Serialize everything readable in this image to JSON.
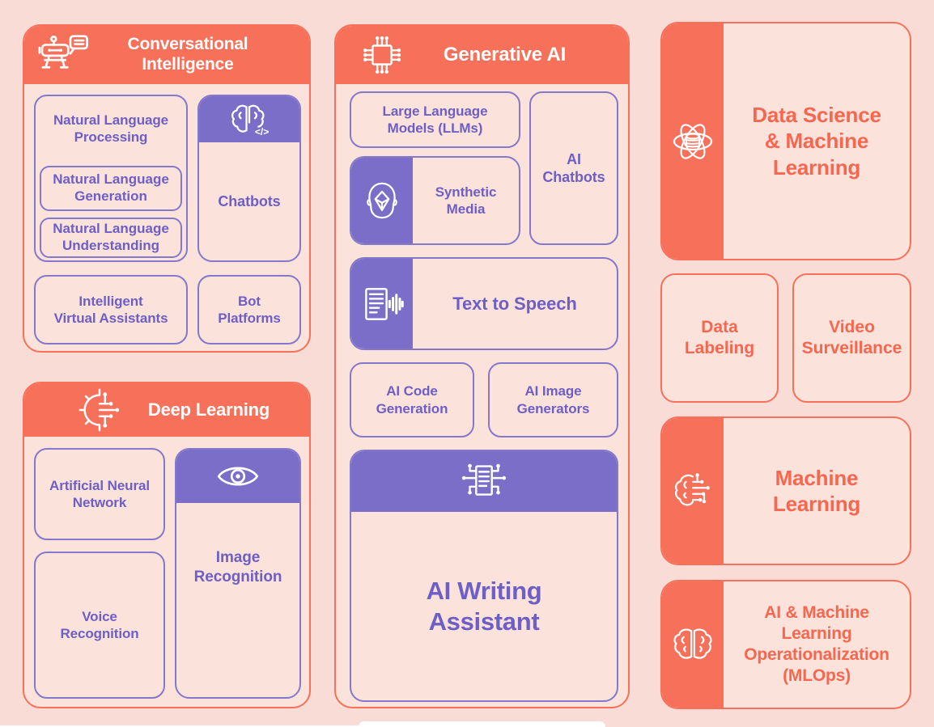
{
  "colors": {
    "background": "#f9dcd5",
    "card_bg": "#fbe2db",
    "coral": "#f7705a",
    "coral_text": "#f7664e",
    "purple": "#7b6ec8",
    "purple_border": "#8478cb",
    "purple_text": "#6d5fc5",
    "white": "#ffffff"
  },
  "icons": [
    "robot-chat-icon",
    "brain-code-icon",
    "sun-circuit-icon",
    "eye-icon",
    "chip-icon",
    "face-mesh-icon",
    "text-to-speech-icon",
    "document-circuit-icon",
    "atom-database-icon",
    "brain-circuit-icon",
    "brain-icon"
  ],
  "cards": {
    "conversational_intelligence": {
      "title": "Conversational\nIntelligence",
      "nlp_label": "Natural Language\nProcessing",
      "nlg_label": "Natural Language\nGeneration",
      "nlu_label": "Natural Language\nUnderstanding",
      "chatbots_label": "Chatbots",
      "iva_label": "Intelligent\nVirtual Assistants",
      "bot_platforms_label": "Bot\nPlatforms"
    },
    "deep_learning": {
      "title": "Deep Learning",
      "ann_label": "Artificial Neural\nNetwork",
      "voice_label": "Voice\nRecognition",
      "image_label": "Image\nRecognition"
    },
    "generative_ai": {
      "title": "Generative AI",
      "llm_label": "Large Language\nModels (LLMs)",
      "ai_chatbots_label": "AI\nChatbots",
      "synthetic_label": "Synthetic\nMedia",
      "tts_label": "Text to Speech",
      "code_label": "AI Code\nGeneration",
      "image_gen_label": "AI Image\nGenerators",
      "writing_label": "AI Writing\nAssistant"
    },
    "data_science_ml": {
      "title": "Data Science\n& Machine\nLearning"
    },
    "data_labeling": {
      "title": "Data\nLabeling"
    },
    "video_surveillance": {
      "title": "Video\nSurveillance"
    },
    "machine_learning": {
      "title": "Machine\nLearning"
    },
    "mlops": {
      "title": "AI & Machine\nLearning\nOperationalization\n(MLOps)"
    }
  }
}
